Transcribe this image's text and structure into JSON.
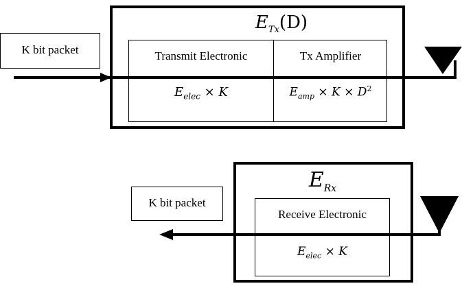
{
  "transmitter": {
    "title_main": "E",
    "title_sub": "Tx",
    "title_arg": "(D)",
    "input_label": "K bit packet",
    "electronics_label": "Transmit Electronic",
    "amplifier_label": "Tx Amplifier",
    "electronics_formula": {
      "base": "E",
      "sub": "elec",
      "rest": " × K"
    },
    "amplifier_formula": {
      "base": "E",
      "sub": "amp",
      "rest": " × K × D",
      "sup": "2"
    }
  },
  "receiver": {
    "title_main": "E",
    "title_sub": "Rx",
    "output_label": "K bit packet",
    "electronics_label": "Receive Electronic",
    "electronics_formula": {
      "base": "E",
      "sub": "elec",
      "rest": " × K"
    }
  }
}
